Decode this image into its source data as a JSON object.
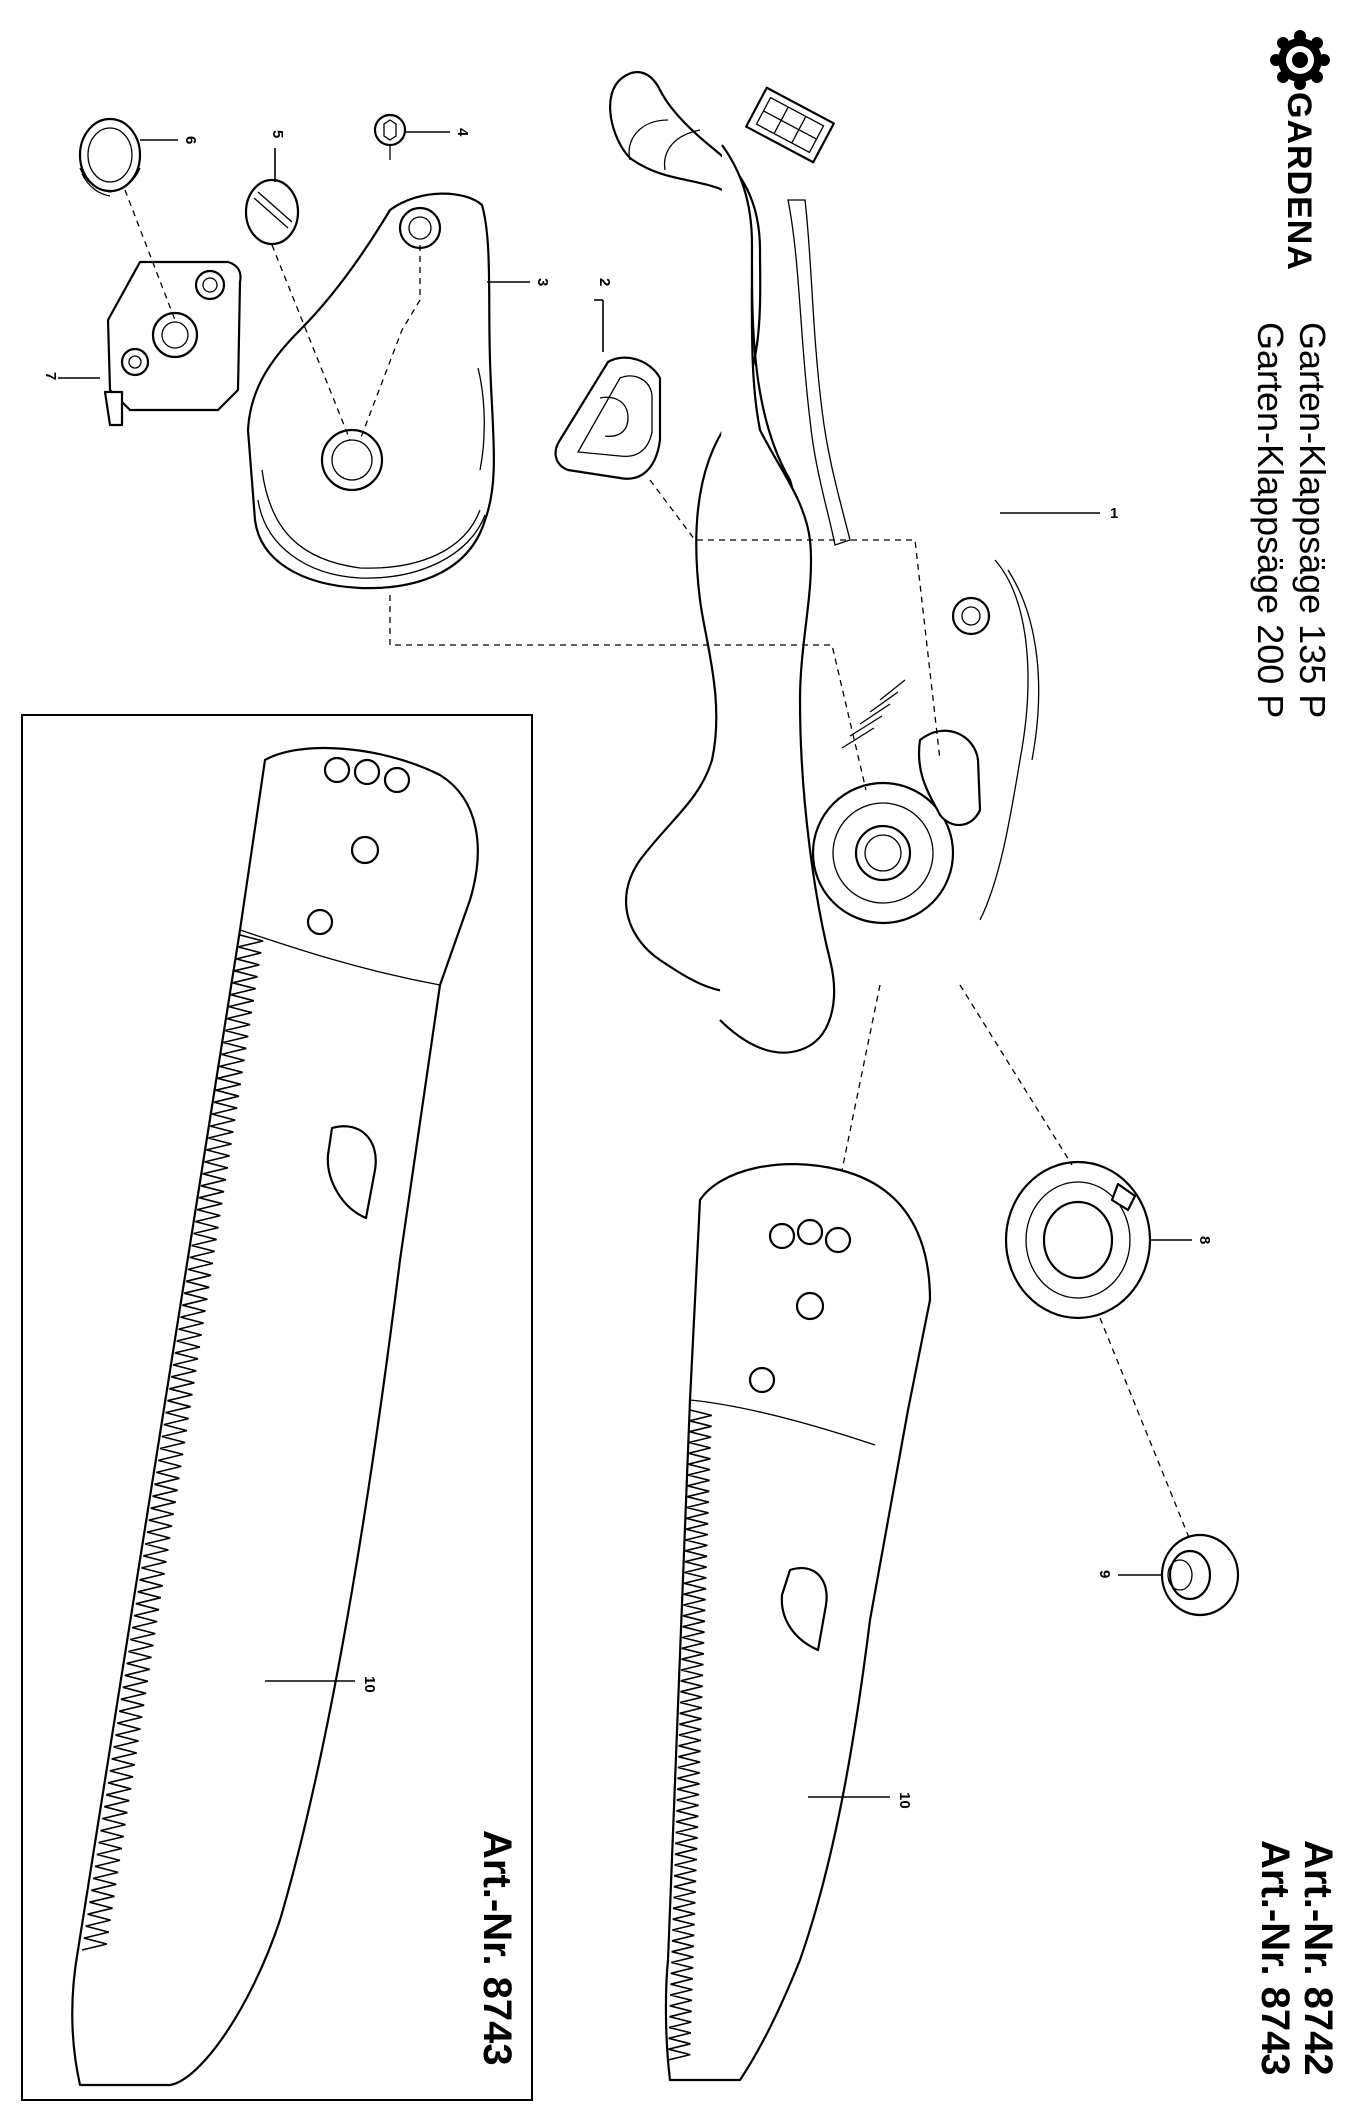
{
  "brand": {
    "name": "GARDENA",
    "logo": "gardena-flower-logo"
  },
  "header": {
    "title_1": "Garten-Klappsäge 135 P",
    "title_2": "Garten-Klappsäge 200 P",
    "art_nr_1": "Art.-Nr. 8742",
    "art_nr_2": "Art.-Nr. 8743"
  },
  "inset": {
    "art_nr": "Art.-Nr. 8743"
  },
  "parts": {
    "p1": "1",
    "p2": "2",
    "p3": "3",
    "p4": "4",
    "p5": "5",
    "p6": "6",
    "p7": "7",
    "p8": "8",
    "p9": "9",
    "p10_main": "10",
    "p10_inset": "10"
  }
}
